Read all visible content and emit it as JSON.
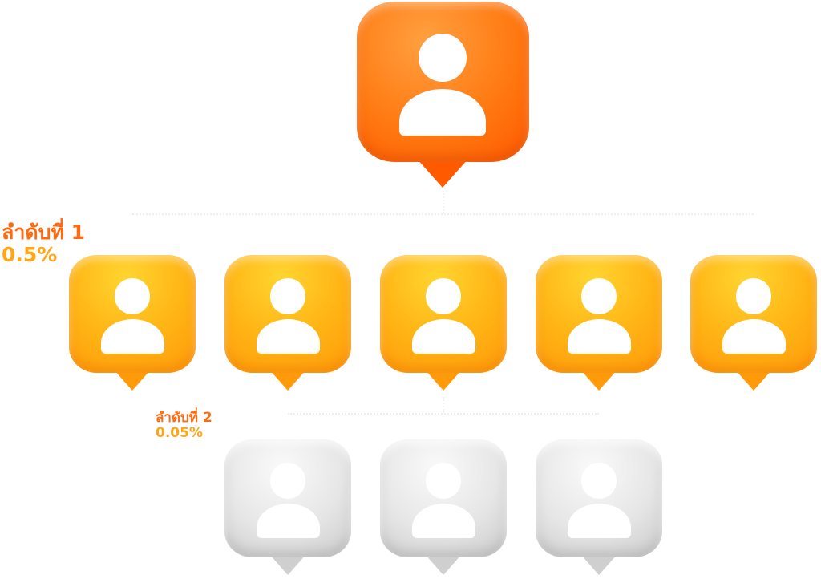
{
  "tiers": [
    {
      "rank_label": "ลำดับที่ 1",
      "percent": "0.5%",
      "count": 5
    },
    {
      "rank_label": "ลำดับที่ 2",
      "percent": "0.05%",
      "count": 3
    }
  ],
  "colors": {
    "top": "#ff7a12",
    "tier1": "#ffb515",
    "tier2": "#e0e0e0",
    "rank_text": "#ff6a10",
    "percent_text": "#ffa516"
  },
  "icons": {
    "node": "user-icon"
  }
}
